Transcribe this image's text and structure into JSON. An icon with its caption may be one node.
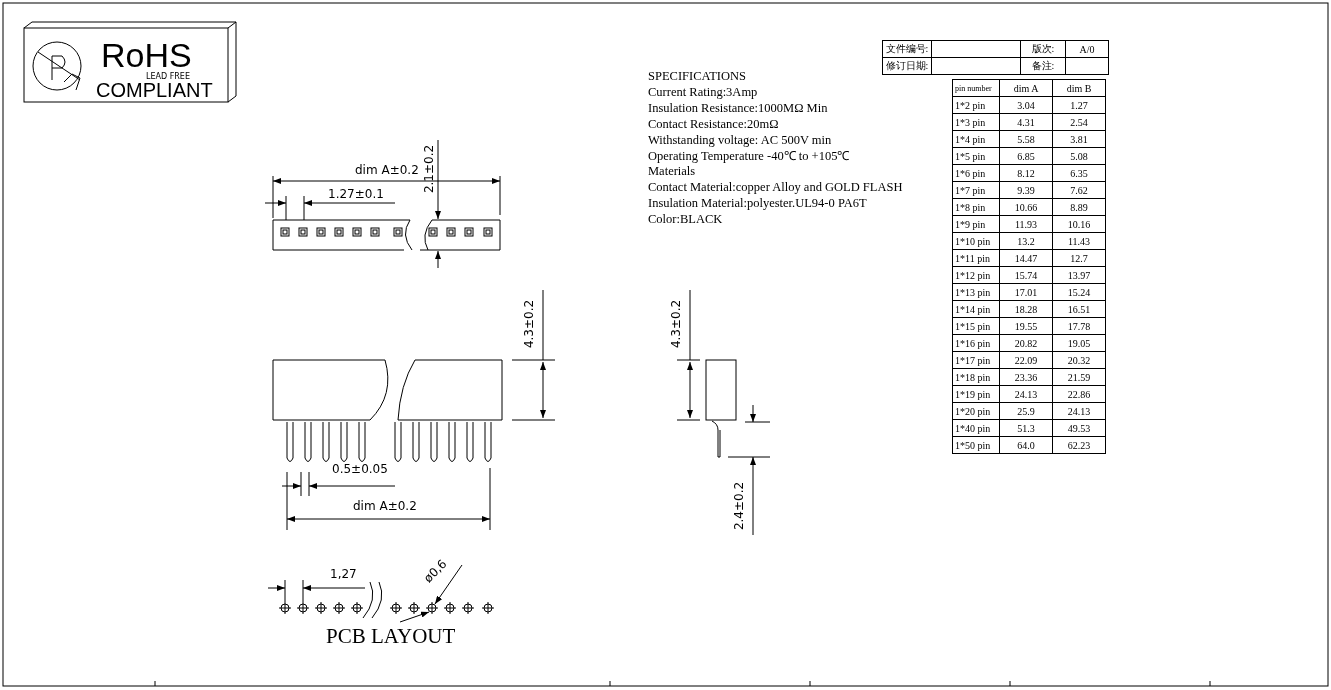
{
  "diagram": {
    "labels": [
      "RoHS",
      "LEAD FREE",
      "COMPLIANT",
      "dim A±0.2",
      "2.1±0.2",
      "1.27±0.1",
      "4.3±0.2",
      "0.5±0.05",
      "dim A±0.2",
      "4.3±0.2",
      "2.4±0.2",
      "1,27",
      "ø0,6",
      "PCB LAYOUT",
      "SPECIFICATIONS",
      "Current Rating:3Amp",
      "Insulation Resistance:1000MΩ  Min",
      "Contact Resistance:20mΩ",
      "Withstanding voltage: AC 500V min",
      "Operating Temperature -40℃ to +105℃",
      "Materials",
      "Contact Material:copper Alloy and GOLD FLASH",
      "Insulation Material:polyester.UL94-0 PA6T",
      "Color:BLACK",
      "文件编号:",
      "版次:",
      "A/0",
      "修订日期:",
      "备注:",
      "pin number",
      "dim A",
      "dim B",
      "1*2 pin",
      "3.04",
      "1.27",
      "1*3 pin",
      "4.31",
      "2.54",
      "1*4 pin",
      "5.58",
      "3.81",
      "1*5 pin",
      "6.85",
      "5.08",
      "1*6 pin",
      "8.12",
      "6.35",
      "1*7 pin",
      "9.39",
      "7.62",
      "1*8 pin",
      "10.66",
      "8.89",
      "1*9 pin",
      "11.93",
      "10.16",
      "1*10 pin",
      "13.2",
      "11.43",
      "1*11 pin",
      "14.47",
      "12.7",
      "1*12 pin",
      "15.74",
      "13.97",
      "1*13 pin",
      "17.01",
      "15.24",
      "1*14 pin",
      "18.28",
      "16.51",
      "1*15 pin",
      "19.55",
      "17.78",
      "1*16 pin",
      "20.82",
      "19.05",
      "1*17 pin",
      "22.09",
      "20.32",
      "1*18 pin",
      "23.36",
      "21.59",
      "1*19 pin",
      "24.13",
      "22.86",
      "1*20 pin",
      "25.9",
      "24.13",
      "1*40 pin",
      "51.3",
      "49.53",
      "1*50 pin",
      "64.0",
      "62.23"
    ]
  }
}
